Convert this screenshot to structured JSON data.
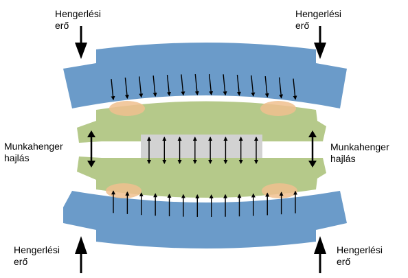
{
  "labels": {
    "force_top_left": [
      "Hengerlési",
      "erő"
    ],
    "force_top_right": [
      "Hengerlési",
      "erő"
    ],
    "force_bottom_left": [
      "Hengerlési",
      "erő"
    ],
    "force_bottom_right": [
      "Hengerlési",
      "erő"
    ],
    "bend_left": [
      "Munkahenger",
      "hajlás"
    ],
    "bend_right": [
      "Munkahenger",
      "hajlás"
    ]
  },
  "colors": {
    "backup_roll": "#6b9bc9",
    "work_roll": "#b5c98a",
    "strip": "#d2d2d2",
    "contact_zone": "#f0bf8e",
    "arrow": "#000000",
    "background": "#ffffff"
  },
  "counts": {
    "top_pressure_arrows": 14,
    "bottom_pressure_arrows": 14,
    "strip_bidirectional_arrows": 8
  }
}
